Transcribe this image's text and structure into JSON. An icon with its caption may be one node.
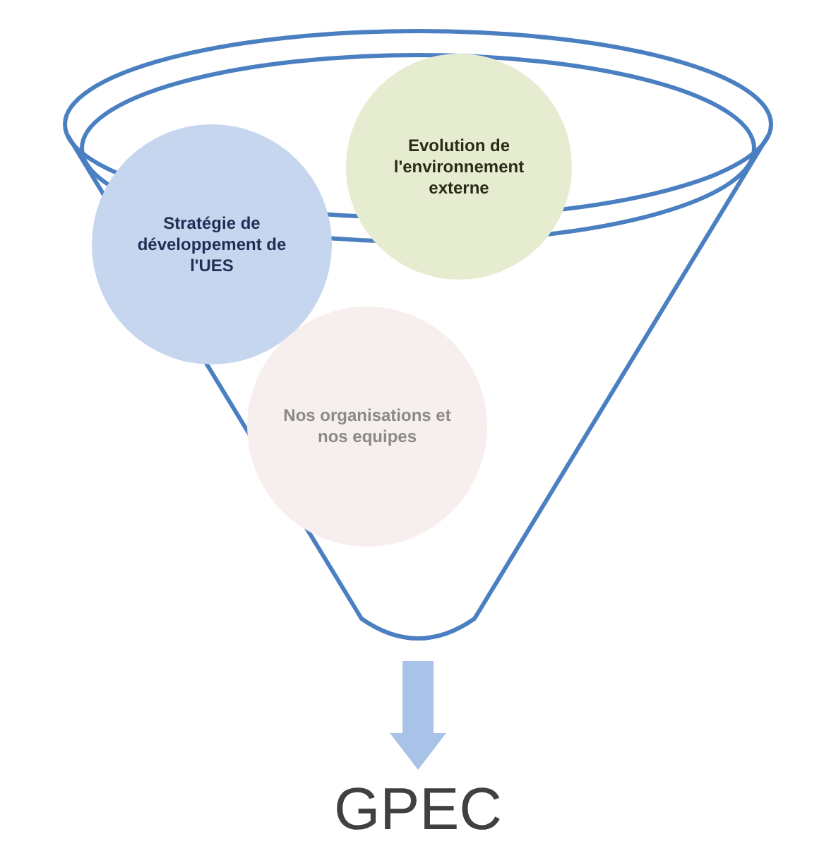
{
  "diagram": {
    "nodes": [
      {
        "text": [],
        "shape": "funnel"
      },
      {
        "text": [
          "Stratégie de développement de l'UES"
        ],
        "in": 0
      },
      {
        "text": [
          "Evolution de l'environnement externe"
        ],
        "in": 0
      },
      {
        "text": [
          "Nos organisations et nos equipes"
        ],
        "in": 0
      },
      {
        "text": [
          "GPEC"
        ]
      }
    ],
    "edges": [
      {
        "from": 0,
        "to": 4,
        "arrow": "to"
      }
    ]
  }
}
